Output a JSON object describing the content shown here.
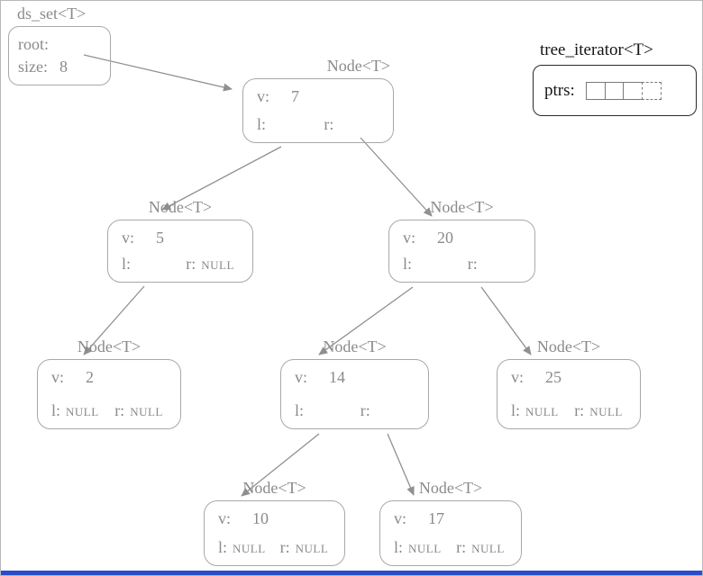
{
  "ds_set": {
    "title": "ds_set<T>",
    "root_label": "root:",
    "size_label": "size:",
    "size_value": "8"
  },
  "iterator": {
    "title": "tree_iterator<T>",
    "ptrs_label": "ptrs:",
    "cell_count": 4
  },
  "nodes": [
    {
      "title": "Node<T>",
      "v_label": "v:",
      "v": "7",
      "l_label": "l:",
      "l": "",
      "r_label": "r:",
      "r": ""
    },
    {
      "title": "Node<T>",
      "v_label": "v:",
      "v": "5",
      "l_label": "l:",
      "l": "",
      "r_label": "r:",
      "r": "NULL"
    },
    {
      "title": "Node<T>",
      "v_label": "v:",
      "v": "20",
      "l_label": "l:",
      "l": "",
      "r_label": "r:",
      "r": ""
    },
    {
      "title": "Node<T>",
      "v_label": "v:",
      "v": "2",
      "l_label": "l:",
      "l": "NULL",
      "r_label": "r:",
      "r": "NULL"
    },
    {
      "title": "Node<T>",
      "v_label": "v:",
      "v": "14",
      "l_label": "l:",
      "l": "",
      "r_label": "r:",
      "r": ""
    },
    {
      "title": "Node<T>",
      "v_label": "v:",
      "v": "25",
      "l_label": "l:",
      "l": "NULL",
      "r_label": "r:",
      "r": "NULL"
    },
    {
      "title": "Node<T>",
      "v_label": "v:",
      "v": "10",
      "l_label": "l:",
      "l": "NULL",
      "r_label": "r:",
      "r": "NULL"
    },
    {
      "title": "Node<T>",
      "v_label": "v:",
      "v": "17",
      "l_label": "l:",
      "l": "NULL",
      "r_label": "r:",
      "r": "NULL"
    }
  ],
  "edges": [
    {
      "from": "root",
      "to": "node-7"
    },
    {
      "from": "node-7.l",
      "to": "node-5"
    },
    {
      "from": "node-7.r",
      "to": "node-20"
    },
    {
      "from": "node-5.l",
      "to": "node-2"
    },
    {
      "from": "node-20.l",
      "to": "node-14"
    },
    {
      "from": "node-20.r",
      "to": "node-25"
    },
    {
      "from": "node-14.l",
      "to": "node-10"
    },
    {
      "from": "node-14.r",
      "to": "node-17"
    }
  ],
  "colors": {
    "node_stroke": "#a8a8a8",
    "gray_text": "#8a8a8a",
    "edge": "#909090",
    "iterator_stroke": "#2a2a2a",
    "bottom_bar": "#2b4cc8"
  }
}
